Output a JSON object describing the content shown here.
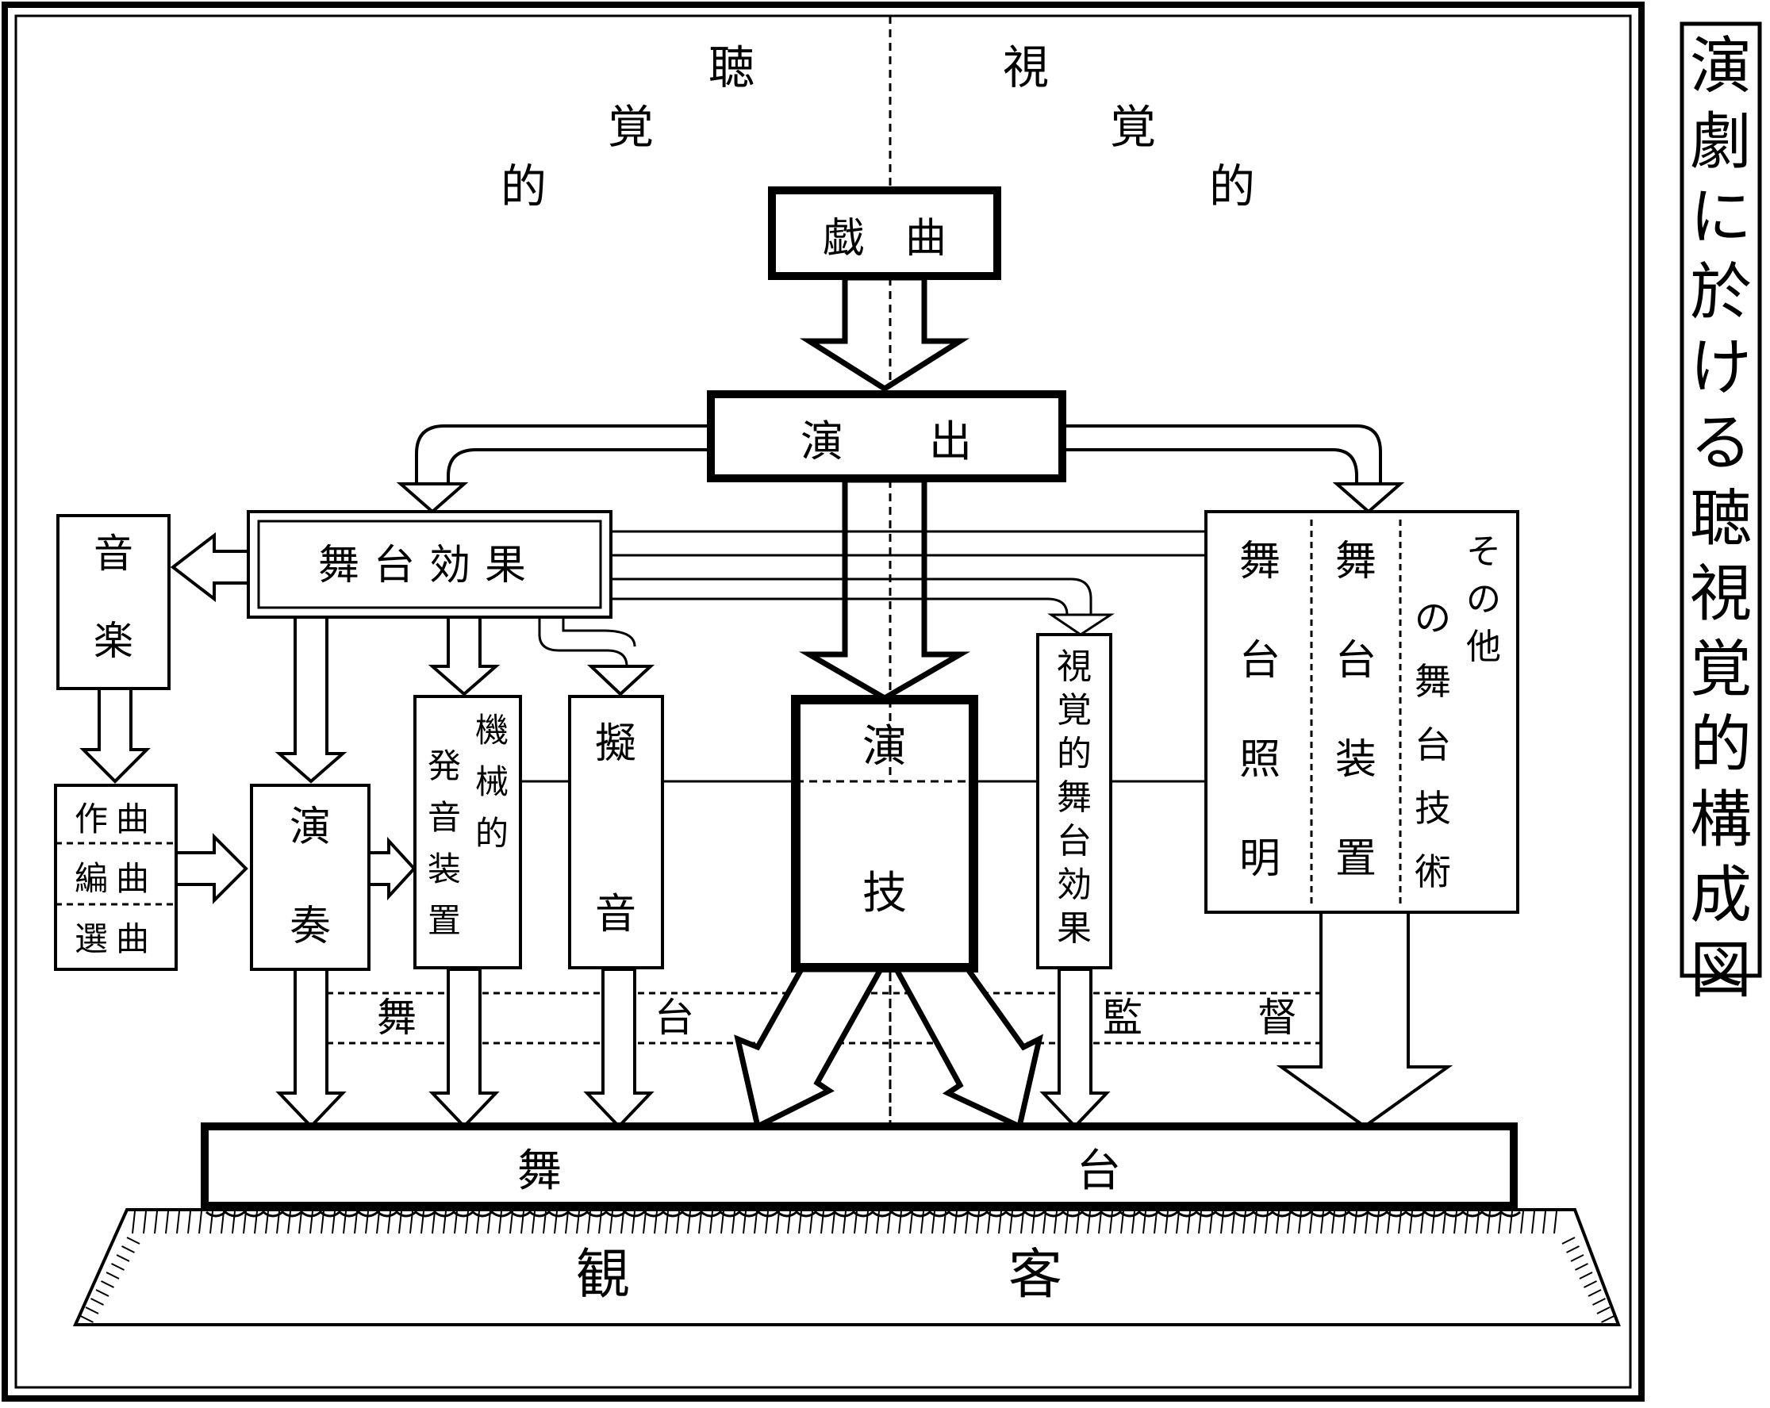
{
  "title": "演劇に於ける聴視覚的構成図",
  "side_labels": {
    "auditory": [
      "聴",
      "覚",
      "的"
    ],
    "visual": [
      "視",
      "覚",
      "的"
    ]
  },
  "nodes": {
    "gikyoku": "戯　曲",
    "enshutsu": "演　　出",
    "butai_kouka": "舞台効果",
    "ongaku": "音楽",
    "sakkyoku": "作曲",
    "henkyoku": "編曲",
    "senkyoku": "選曲",
    "ensou": "演奏",
    "kikai": "機械的発音装置",
    "gion": "擬音",
    "engi": "演技",
    "shikaku_kouka": "視覚的舞台効果",
    "shoumei": "舞台照明",
    "souchi": "舞台装置",
    "sonota": "その他の舞台技術",
    "butai_kantoku": "舞台監督",
    "butai": "舞台",
    "kankyaku": "観客"
  }
}
